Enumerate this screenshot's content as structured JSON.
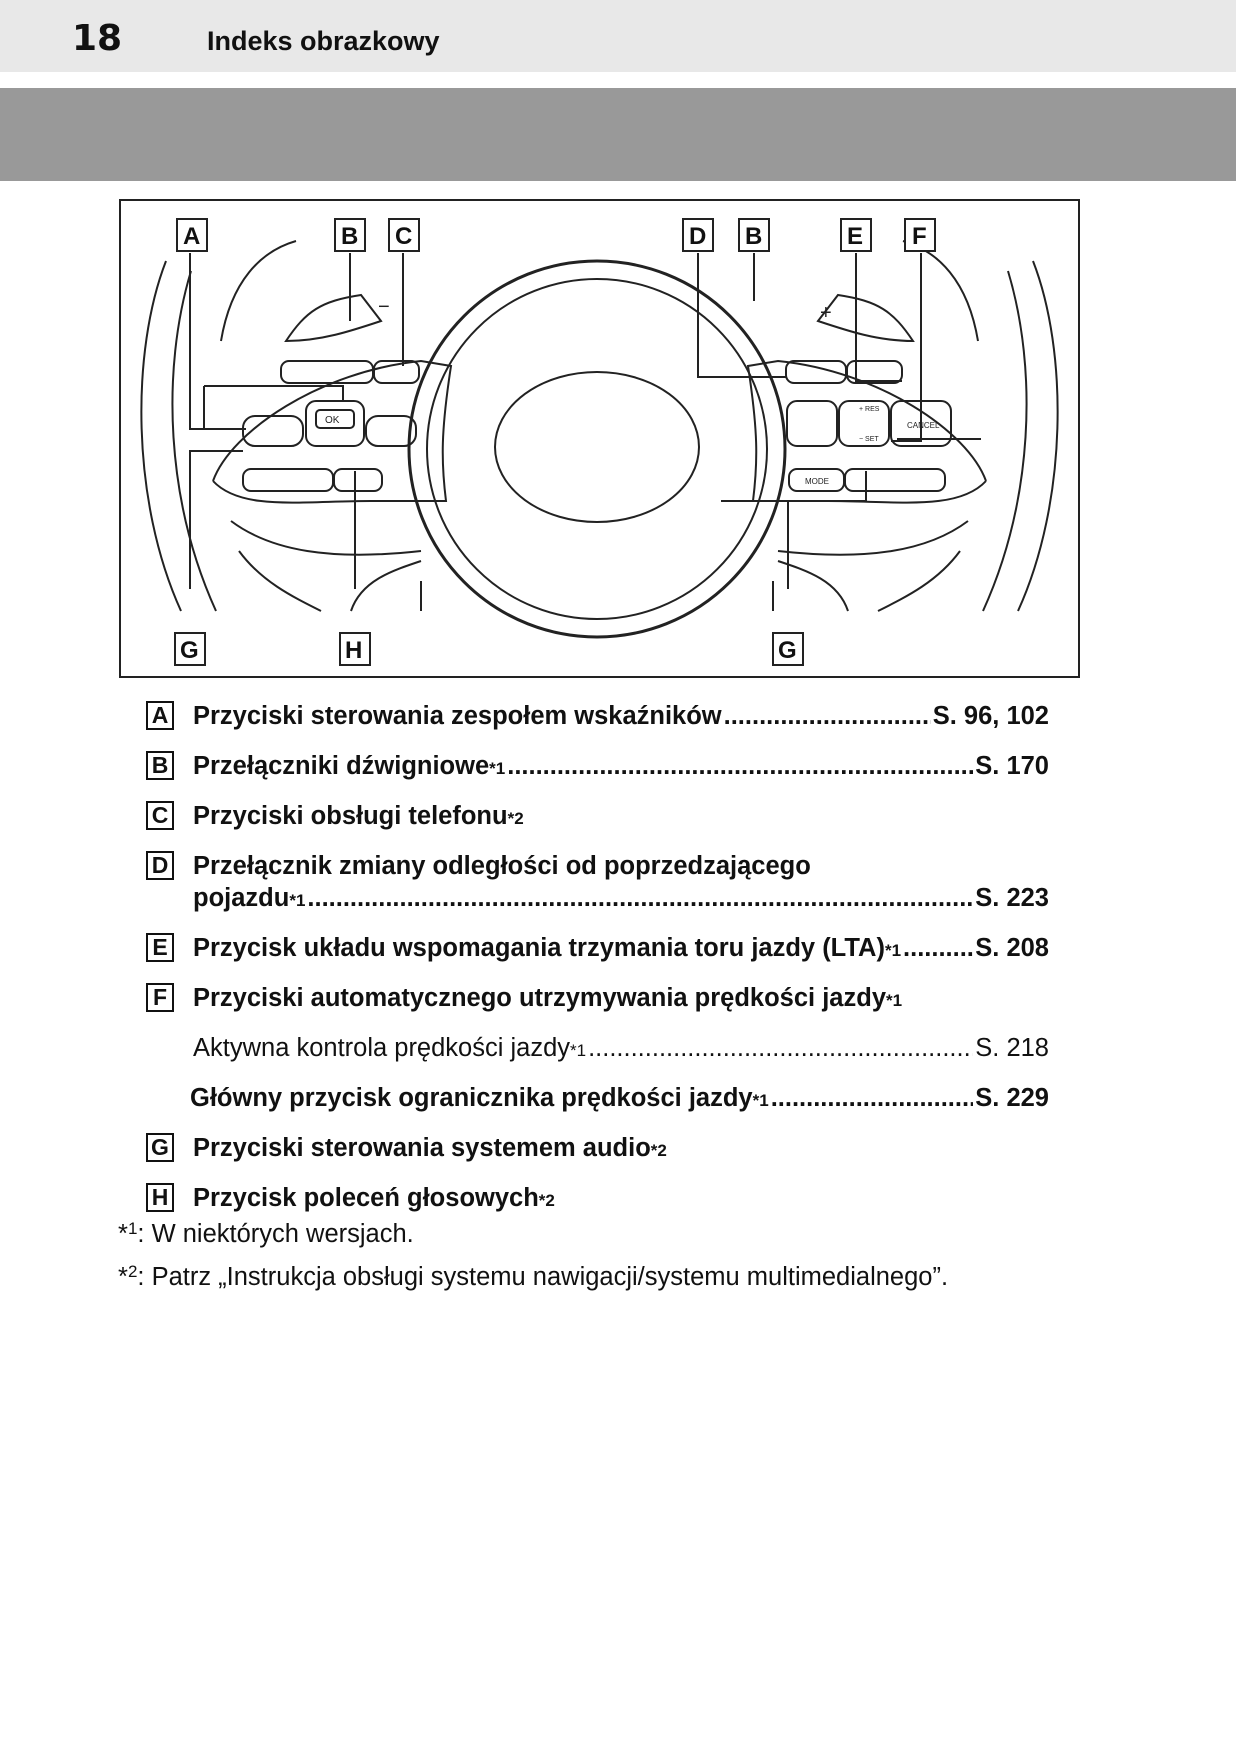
{
  "header": {
    "page_number": "18",
    "section_title": "Indeks obrazkowy"
  },
  "figure": {
    "callouts": [
      "A",
      "B",
      "C",
      "D",
      "B",
      "E",
      "F",
      "G",
      "H",
      "G"
    ],
    "button_text": {
      "ok": "OK",
      "cancel": "CANCEL",
      "mode": "MODE",
      "res": "+ RES",
      "set": "− SET"
    }
  },
  "items": [
    {
      "label": "A",
      "text": "Przyciski sterowania zespołem wskaźników",
      "page": "S. 96, 102"
    },
    {
      "label": "B",
      "text": "Przełączniki dźwigniowe",
      "sup": "*1",
      "page": "S. 170"
    },
    {
      "label": "C",
      "text": "Przyciski obsługi telefonu",
      "sup": "*2"
    },
    {
      "label": "D",
      "text": "Przełącznik zmiany odległości od poprzedzającego",
      "text2": "pojazdu",
      "sup": "*1",
      "page": "S. 223"
    },
    {
      "label": "E",
      "text": "Przycisk układu wspomagania trzymania toru jazdy (LTA)",
      "sup": "*1",
      "page": "S. 208"
    },
    {
      "label": "F",
      "text": "Przyciski automatycznego utrzymywania prędkości jazdy",
      "sup": "*1"
    },
    {
      "label": "",
      "text": "Aktywna kontrola prędkości jazdy",
      "sup": "*1",
      "page": "S. 218"
    },
    {
      "label": "",
      "text": "Główny przycisk ogranicznika prędkości jazdy",
      "sup": "*1",
      "page": "S. 229"
    },
    {
      "label": "G",
      "text": "Przyciski sterowania systemem audio",
      "sup": "*2"
    },
    {
      "label": "H",
      "text": "Przycisk poleceń głosowych",
      "sup": "*2"
    }
  ],
  "notes": [
    {
      "mark": "*",
      "sup": "1",
      "text": ": W niektórych wersjach."
    },
    {
      "mark": "*",
      "sup": "2",
      "text": ": Patrz „Instrukcja obsługi systemu nawigacji/systemu multimedialnego”."
    }
  ]
}
